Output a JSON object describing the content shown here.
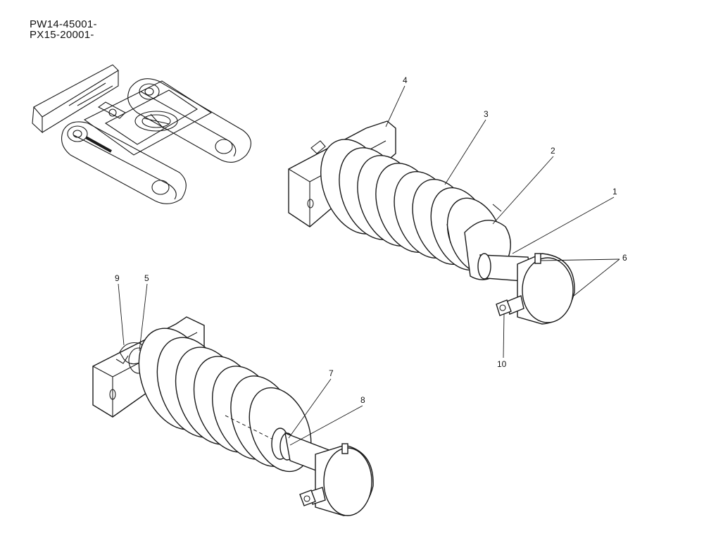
{
  "header": {
    "serial_line_1": "PW14-45001-",
    "serial_line_2": "PX15-20001-"
  },
  "callouts": {
    "p1": "1",
    "p2": "2",
    "p3": "3",
    "p4": "4",
    "p5": "5",
    "p6": "6",
    "p7": "7",
    "p8": "8",
    "p9": "9",
    "p10": "10"
  }
}
